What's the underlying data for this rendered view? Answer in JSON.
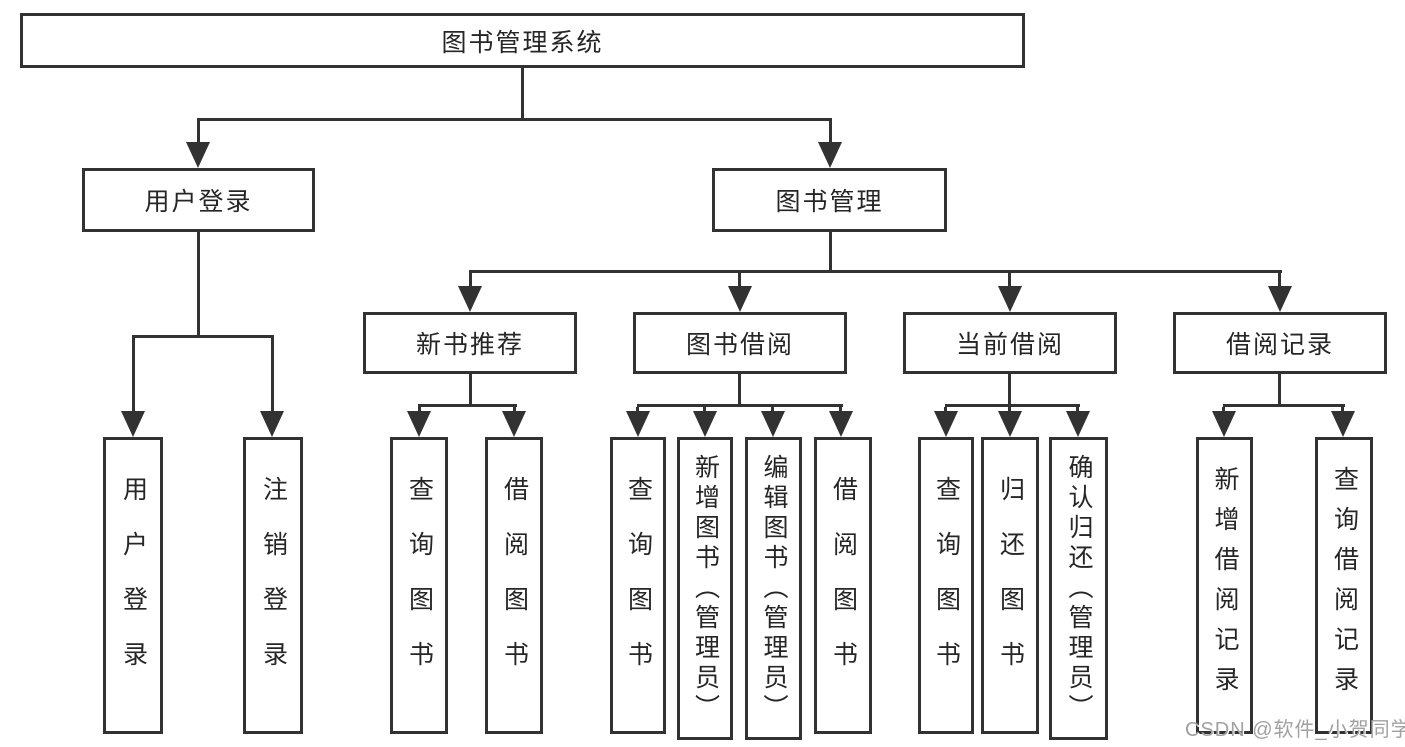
{
  "diagram_title": "图书管理系统",
  "nodes": {
    "root": {
      "label": "图书管理系统"
    },
    "level2": [
      {
        "label": "用户登录",
        "parent": "图书管理系统"
      },
      {
        "label": "图书管理",
        "parent": "图书管理系统"
      }
    ],
    "level3": [
      {
        "label": "新书推荐",
        "parent": "图书管理"
      },
      {
        "label": "图书借阅",
        "parent": "图书管理"
      },
      {
        "label": "当前借阅",
        "parent": "图书管理"
      },
      {
        "label": "借阅记录",
        "parent": "图书管理"
      }
    ]
  },
  "leaves": [
    {
      "label": "用户登录",
      "parent": "用户登录"
    },
    {
      "label": "注销登录",
      "parent": "用户登录"
    },
    {
      "label": "查询图书",
      "parent": "新书推荐"
    },
    {
      "label": "借阅图书",
      "parent": "新书推荐"
    },
    {
      "label": "查询图书",
      "parent": "图书借阅"
    },
    {
      "label": "新增图书（管理员）",
      "parent": "图书借阅"
    },
    {
      "label": "编辑图书（管理员）",
      "parent": "图书借阅"
    },
    {
      "label": "借阅图书",
      "parent": "图书借阅"
    },
    {
      "label": "查询图书",
      "parent": "当前借阅"
    },
    {
      "label": "归还图书",
      "parent": "当前借阅"
    },
    {
      "label": "确认归还（管理员）",
      "parent": "当前借阅"
    },
    {
      "label": "新增借阅记录",
      "parent": "借阅记录"
    },
    {
      "label": "查询借阅记录",
      "parent": "借阅记录"
    }
  ],
  "watermark": {
    "text": "CSDN @软件_小贺同学"
  },
  "colors": {
    "line": "#323232",
    "text": "#262626",
    "watermark": "#a1a1a1",
    "background": "#ffffff"
  }
}
